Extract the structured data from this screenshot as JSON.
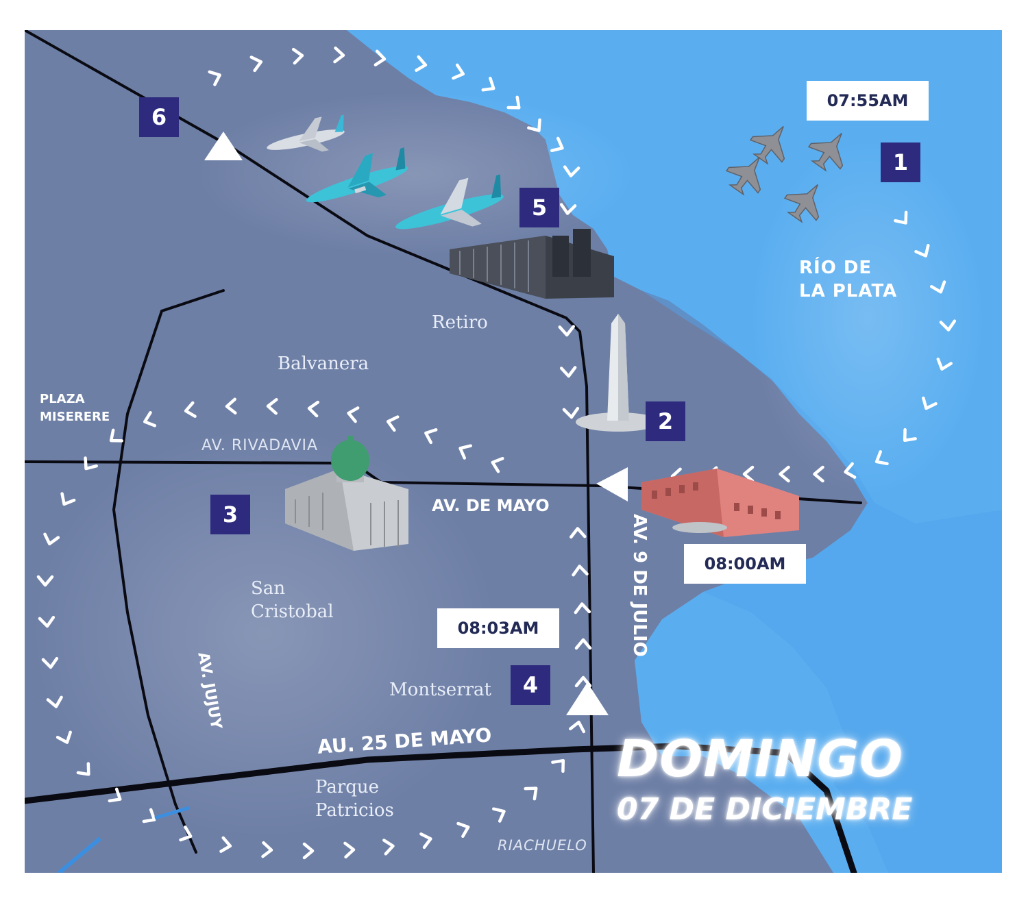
{
  "event": {
    "day": "DOMINGO",
    "date": "07 DE DICIEMBRE"
  },
  "colors": {
    "land": "#6e7fa6",
    "water": "#5aaef0",
    "road": "#0a0a12",
    "marker": "#2e2b7e",
    "route": "#ffffff"
  },
  "river_label": {
    "line1": "RÍO DE",
    "line2": "LA PLATA"
  },
  "neighborhoods": {
    "retiro": "Retiro",
    "balvanera": "Balvanera",
    "plaza_miserere_1": "PLAZA",
    "plaza_miserere_2": "MISERERE",
    "san_cristobal_1": "San",
    "san_cristobal_2": "Cristobal",
    "montserrat": "Montserrat",
    "parque_patricios_1": "Parque",
    "parque_patricios_2": "Patricios",
    "riachuelo": "RIACHUELO"
  },
  "streets": {
    "rivadavia": "AV. RIVADAVIA",
    "de_mayo": "AV. DE MAYO",
    "nueve_de_julio": "AV. 9 DE JULIO",
    "jujuy": "AV. JUJUY",
    "au_25_de_mayo": "AU. 25 DE MAYO"
  },
  "waypoints": [
    {
      "number": "1",
      "icon": "fighter-jets-icon"
    },
    {
      "number": "2",
      "icon": "obelisk-icon"
    },
    {
      "number": "3",
      "icon": "congress-building-icon"
    },
    {
      "number": "4",
      "icon": "none"
    },
    {
      "number": "5",
      "icon": "retiro-station-icon"
    },
    {
      "number": "6",
      "icon": "airliners-icon"
    }
  ],
  "times": {
    "t1": "07:55AM",
    "t2": "08:00AM",
    "t3": "08:03AM"
  }
}
